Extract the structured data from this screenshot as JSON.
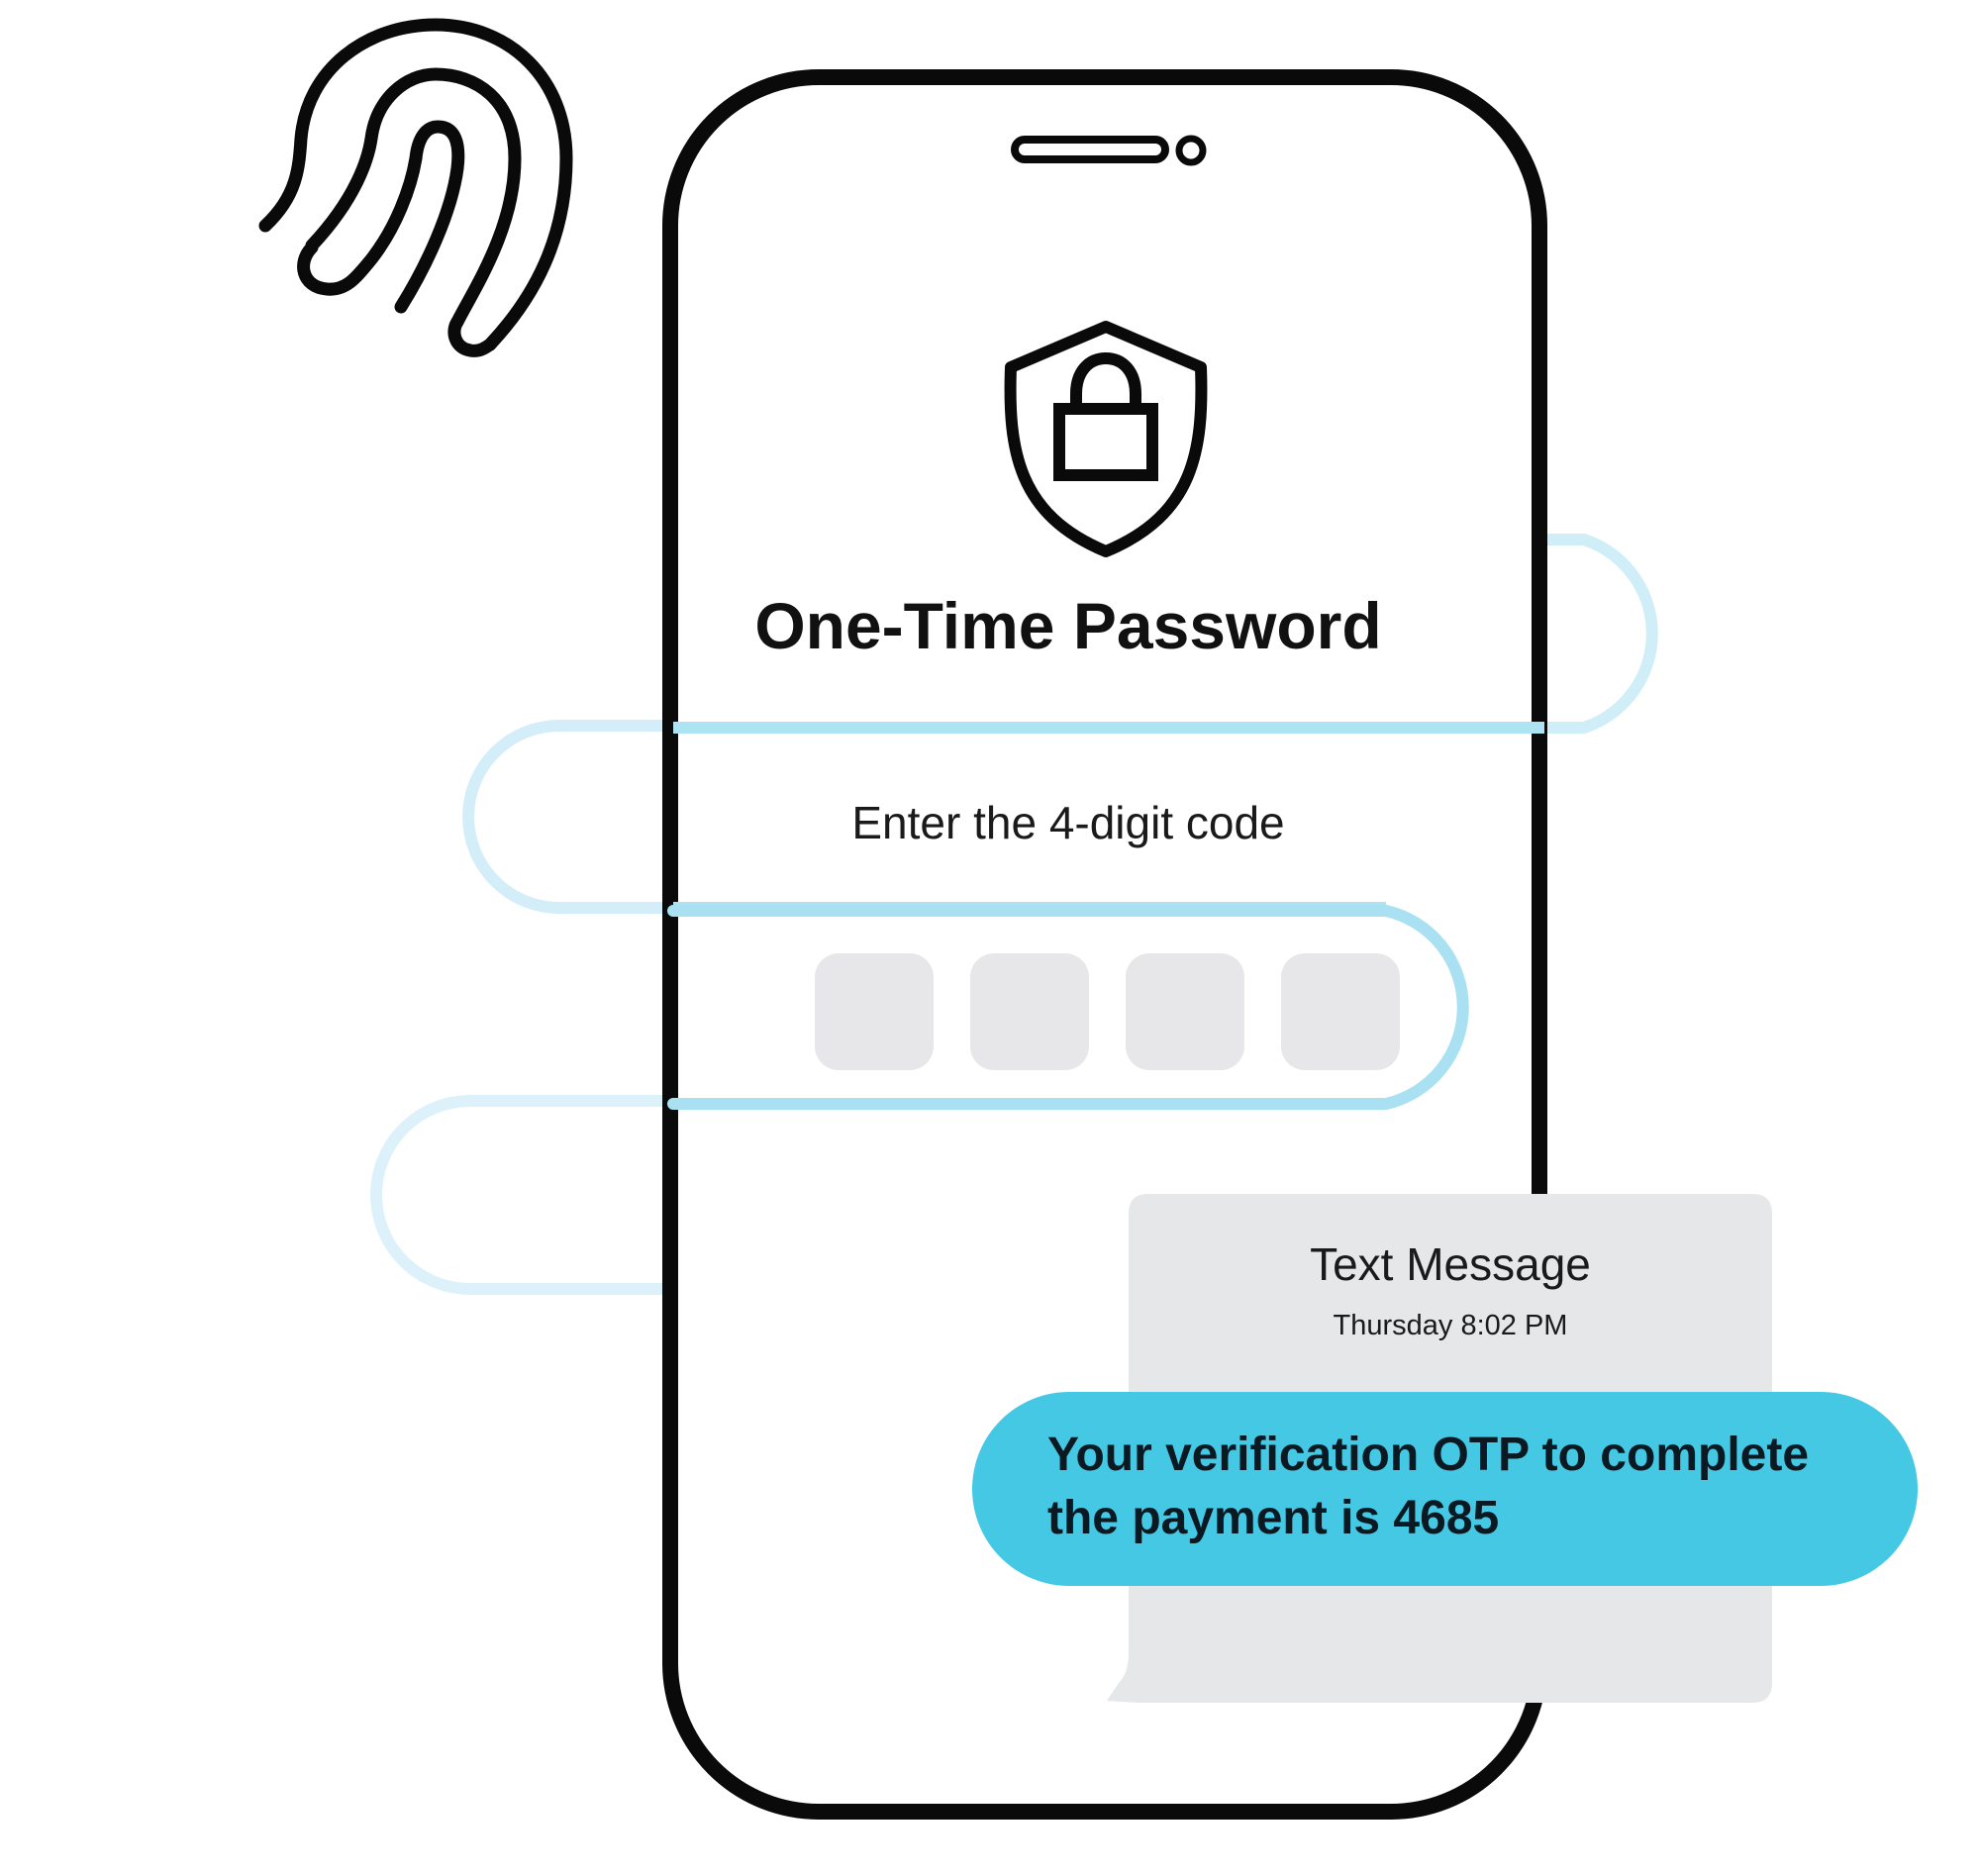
{
  "screen": {
    "title": "One-Time Password",
    "instruction": "Enter the 4-digit code",
    "code_inputs": [
      "",
      "",
      "",
      ""
    ]
  },
  "text_message": {
    "header": "Text Message",
    "timestamp": "Thursday 8:02 PM",
    "body_line1": "Your verification OTP to complete",
    "body_line2": "the payment is 4685"
  },
  "icons": {
    "fingerprint": "fingerprint-icon",
    "shield": "shield-lock-icon"
  },
  "colors": {
    "outline": "#0a0a0a",
    "accent": "#45c8e4",
    "accent_light": "#aee3f4",
    "input_fill": "#e7e7e9",
    "card_fill": "#e6e7e9"
  }
}
